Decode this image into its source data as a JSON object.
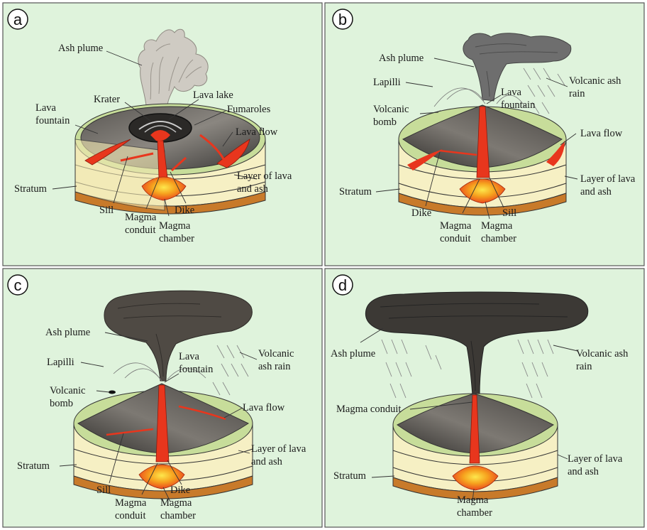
{
  "colors": {
    "background": "#dff3dc",
    "border": "#555555",
    "ash_light": "#cfcbc3",
    "ash_medium": "#6e6e6e",
    "ash_dark": "#4f4a44",
    "ash_darkest": "#3c3935",
    "cone_light": "#8a8680",
    "cone_dark": "#3a3836",
    "rim": "#c7dd9a",
    "stratum_light": "#f6f0c4",
    "stratum_mid": "#efe3a8",
    "stratum_base": "#c87a2a",
    "magma": "#e8361d",
    "magma_hot": "#f6a21e",
    "magma_core": "#fde74c"
  },
  "panels": [
    {
      "letter": "a",
      "labels": {
        "ash_plume": "Ash plume",
        "krater": "Krater",
        "lava_lake": "Lava lake",
        "fumaroles": "Fumaroles",
        "lava_fountain_1": "Lava",
        "lava_fountain_2": "fountain",
        "lava_flow": "Lava flow",
        "layer_1": "Layer of lava",
        "layer_2": "and ash",
        "stratum": "Stratum",
        "sill": "Sill",
        "dike": "Dike",
        "magma_conduit_1": "Magma",
        "magma_conduit_2": "conduit",
        "magma_chamber_1": "Magma",
        "magma_chamber_2": "chamber"
      }
    },
    {
      "letter": "b",
      "labels": {
        "ash_plume": "Ash plume",
        "lapilli": "Lapilli",
        "volcanic_bomb_1": "Volcanic",
        "volcanic_bomb_2": "bomb",
        "lava_fountain_1": "Lava",
        "lava_fountain_2": "fountain",
        "ash_rain_1": "Volcanic ash",
        "ash_rain_2": "rain",
        "lava_flow": "Lava flow",
        "layer_1": "Layer of lava",
        "layer_2": "and ash",
        "stratum": "Stratum",
        "dike": "Dike",
        "sill": "Sill",
        "magma_conduit_1": "Magma",
        "magma_conduit_2": "conduit",
        "magma_chamber_1": "Magma",
        "magma_chamber_2": "chamber"
      }
    },
    {
      "letter": "c",
      "labels": {
        "ash_plume": "Ash plume",
        "lapilli": "Lapilli",
        "volcanic_bomb_1": "Volcanic",
        "volcanic_bomb_2": "bomb",
        "lava_fountain_1": "Lava",
        "lava_fountain_2": "fountain",
        "ash_rain_1": "Volcanic",
        "ash_rain_2": "ash rain",
        "lava_flow": "Lava flow",
        "layer_1": "Layer of lava",
        "layer_2": "and ash",
        "stratum": "Stratum",
        "sill": "Sill",
        "dike": "Dike",
        "magma_conduit_1": "Magma",
        "magma_conduit_2": "conduit",
        "magma_chamber_1": "Magma",
        "magma_chamber_2": "chamber"
      }
    },
    {
      "letter": "d",
      "labels": {
        "ash_plume": "Ash plume",
        "ash_rain_1": "Volcanic ash",
        "ash_rain_2": "rain",
        "magma_conduit": "Magma conduit",
        "layer_1": "Layer of lava",
        "layer_2": "and ash",
        "stratum": "Stratum",
        "magma_chamber_1": "Magma",
        "magma_chamber_2": "chamber"
      }
    }
  ]
}
